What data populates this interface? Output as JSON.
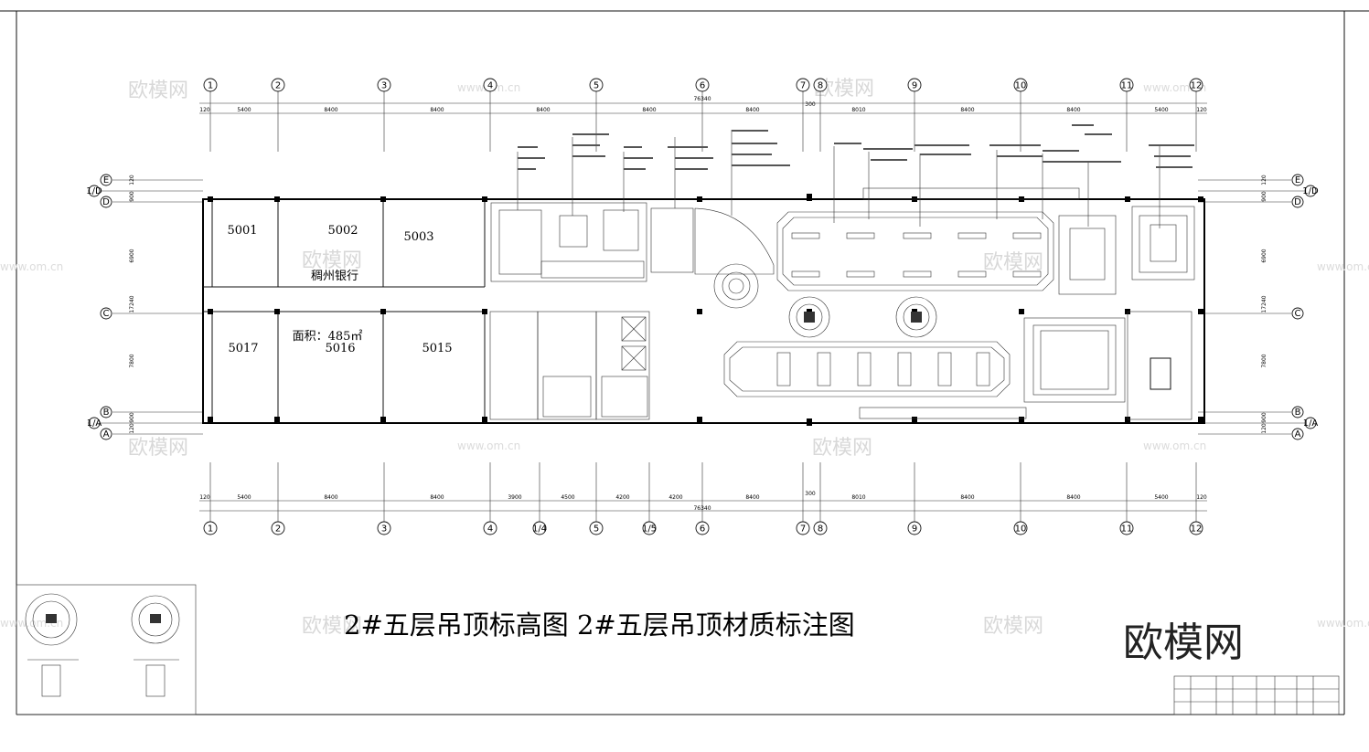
{
  "title": "2#五层吊顶标高图 2#五层吊顶材质标注图",
  "logo": "欧模网",
  "watermark": {
    "cn": "欧模网",
    "url": "www.om.cn"
  },
  "axes_top": [
    "1",
    "2",
    "3",
    "4",
    "5",
    "6",
    "7",
    "8",
    "9",
    "10",
    "11",
    "12"
  ],
  "axes_bottom": [
    "1",
    "2",
    "3",
    "4",
    "1/4",
    "5",
    "1/5",
    "6",
    "7",
    "8",
    "9",
    "10",
    "11",
    "12"
  ],
  "axes_left": [
    "E",
    "1/D",
    "D",
    "C",
    "B",
    "1/A",
    "A"
  ],
  "dims_top": [
    "120",
    "5400",
    "8400",
    "8400",
    "8400",
    "8400",
    "8400",
    "8010",
    "8400",
    "8400",
    "5400",
    "120"
  ],
  "dims_top_total": "76340",
  "dims_top_gap": "300",
  "dims_bottom": [
    "120",
    "5400",
    "8400",
    "8400",
    "3900",
    "4500",
    "4200",
    "4200",
    "8400",
    "8010",
    "8400",
    "8400",
    "5400",
    "120"
  ],
  "dims_bottom_total": "76340",
  "dims_bottom_gap": "300",
  "dims_vert": [
    "120",
    "900",
    "6900",
    "17240",
    "7800",
    "900",
    "120"
  ],
  "rooms": {
    "r5001": "5001",
    "r5002": "5002",
    "r5003": "5003",
    "r5017": "5017",
    "r5016": "5016",
    "r5015": "5015",
    "bank": "稠州银行",
    "area": "面积：485㎡"
  }
}
